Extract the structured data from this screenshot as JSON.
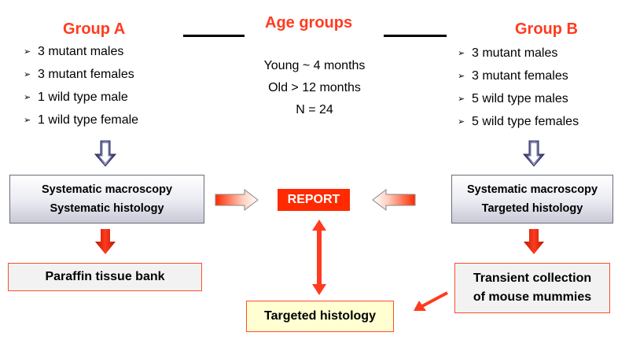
{
  "center": {
    "title": "Age groups",
    "lines": [
      "Young ~ 4 months",
      "Old > 12 months",
      "N = 24"
    ]
  },
  "group_a": {
    "title": "Group A",
    "items": [
      "3 mutant males",
      "3 mutant females",
      "1 wild type male",
      "1 wild type female"
    ],
    "box_lines": [
      "Systematic macroscopy",
      "Systematic histology"
    ],
    "result": "Paraffin tissue bank"
  },
  "group_b": {
    "title": "Group B",
    "items": [
      "3 mutant males",
      "3 mutant females",
      "5 wild type males",
      "5 wild type females"
    ],
    "box_lines": [
      "Systematic macroscopy",
      "Targeted histology"
    ],
    "result_lines": [
      "Transient collection",
      "of mouse mummies"
    ]
  },
  "report": "REPORT",
  "targeted_histology": "Targeted histology",
  "bullet_marker": "➢",
  "colors": {
    "accent_red": "#ff3b1f",
    "report_red": "#ff2a00",
    "navy": "#3a3a6e",
    "yellow_box": "#ffffd2"
  }
}
